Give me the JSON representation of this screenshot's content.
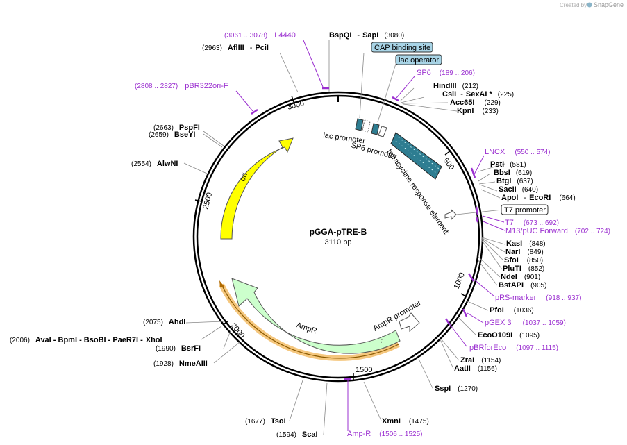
{
  "plasmid": {
    "name": "pGGA-pTRE-B",
    "length": "3110 bp"
  },
  "credit": {
    "prefix": "Created by",
    "brand": "SnapGene"
  },
  "ticks": [
    "500",
    "1000",
    "1500",
    "2000",
    "2500",
    "3000"
  ],
  "features": {
    "ori": "ori",
    "ampr": "AmpR",
    "ampr_promoter": "AmpR promoter",
    "lac_promoter": "lac promoter",
    "sp6_promoter": "SP6 promoter",
    "tre": "tetracycline response element"
  },
  "boxed_labels": {
    "cap": "CAP binding site",
    "lacop": "lac operator",
    "t7prom": "T7 promoter"
  },
  "sites": [
    {
      "name": "BspQI",
      "sep": "-",
      "name2": "SapI",
      "coord": "(3080)"
    },
    {
      "name": "AflIII",
      "sep": "-",
      "name2": "PciI",
      "coord": "(2963)"
    },
    {
      "name": "HindIII",
      "coord": "(212)"
    },
    {
      "name": "CsiI",
      "sep": "-",
      "name2": "SexAI *",
      "coord": "(225)"
    },
    {
      "name": "Acc65I",
      "coord": "(229)"
    },
    {
      "name": "KpnI",
      "coord": "(233)"
    },
    {
      "name": "PspFI",
      "coord": "(2663)"
    },
    {
      "name": "BseYI",
      "coord": "(2659)"
    },
    {
      "name": "AlwNI",
      "coord": "(2554)"
    },
    {
      "name": "PstI",
      "coord": "(581)"
    },
    {
      "name": "BbsI",
      "coord": "(619)"
    },
    {
      "name": "BtgI",
      "coord": "(637)"
    },
    {
      "name": "SacII",
      "coord": "(640)"
    },
    {
      "name": "ApoI",
      "sep": "-",
      "name2": "EcoRI",
      "coord": "(664)"
    },
    {
      "name": "KasI",
      "coord": "(848)"
    },
    {
      "name": "NarI",
      "coord": "(849)"
    },
    {
      "name": "SfoI",
      "coord": "(850)"
    },
    {
      "name": "PluTI",
      "coord": "(852)"
    },
    {
      "name": "NdeI",
      "coord": "(901)"
    },
    {
      "name": "BstAPI",
      "coord": "(905)"
    },
    {
      "name": "PfoI",
      "coord": "(1036)"
    },
    {
      "name": "EcoO109I",
      "coord": "(1095)"
    },
    {
      "name": "ZraI",
      "coord": "(1154)"
    },
    {
      "name": "AatII",
      "coord": "(1156)"
    },
    {
      "name": "SspI",
      "coord": "(1270)"
    },
    {
      "name": "XmnI",
      "coord": "(1475)"
    },
    {
      "name": "ScaI",
      "coord": "(1594)"
    },
    {
      "name": "TsoI",
      "coord": "(1677)"
    },
    {
      "name": "AhdI",
      "coord": "(2075)"
    },
    {
      "name": "XhoI",
      "coord": "(2006)",
      "prefix": "AvaI  - BpmI  - BsoBI  - PaeR7I  -"
    },
    {
      "name": "BsrFI",
      "coord": "(1990)"
    },
    {
      "name": "NmeAIII",
      "coord": "(1928)"
    }
  ],
  "primers": [
    {
      "name": "L4440",
      "coord": "(3061 .. 3078)"
    },
    {
      "name": "pBR322ori-F",
      "coord": "(2808 .. 2827)"
    },
    {
      "name": "SP6",
      "coord": "(189 .. 206)"
    },
    {
      "name": "LNCX",
      "coord": "(550 .. 574)"
    },
    {
      "name": "T7",
      "coord": "(673 .. 692)"
    },
    {
      "name": "M13/pUC Forward",
      "coord": "(702 .. 724)"
    },
    {
      "name": "pRS-marker",
      "coord": "(918 .. 937)"
    },
    {
      "name": "pGEX 3'",
      "coord": "(1037 .. 1059)"
    },
    {
      "name": "pBRforEco",
      "coord": "(1097 .. 1115)"
    },
    {
      "name": "Amp-R",
      "coord": "(1506 .. 1525)"
    }
  ],
  "colors": {
    "ori": "#ffff00",
    "ampr": "#ccffcc",
    "amp_primer_band": "#f5c77e",
    "tre": "#2e7d91",
    "primer": "#9b30d0",
    "boxed": "#a8d4e6"
  }
}
